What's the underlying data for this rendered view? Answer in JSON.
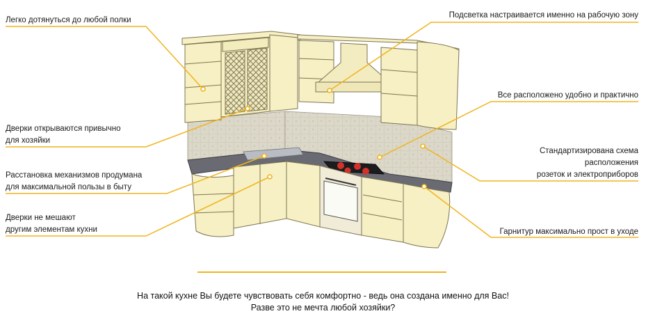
{
  "colors": {
    "accent": "#f0b41e",
    "cabinet": "#f6f0c4",
    "countertop": "#6a6a72",
    "tile": "#d9d5c6"
  },
  "callouts": {
    "left": [
      {
        "lines": [
          "Легко дотянуться до любой полки"
        ]
      },
      {
        "lines": [
          "Дверки открываются привычно",
          "для хозяйки"
        ]
      },
      {
        "lines": [
          "Расстановка механизмов продумана",
          "для максимальной пользы в быту"
        ]
      },
      {
        "lines": [
          "Дверки не мешают",
          "другим элементам кухни"
        ]
      }
    ],
    "right": [
      {
        "lines": [
          "Подсветка настраивается именно на рабочую зону"
        ]
      },
      {
        "lines": [
          "Все расположено удобно и практично"
        ]
      },
      {
        "lines": [
          "Стандартизирована схема",
          "расположения",
          "розеток и электроприборов"
        ]
      },
      {
        "lines": [
          "Гарнитур максимально прост в уходе"
        ]
      }
    ]
  },
  "footer": {
    "line1": "На такой кухне Вы будете чувствовать себя комфортно - ведь она создана именно для Вас!",
    "line2": "Разве это не мечта любой хозяйки?"
  }
}
